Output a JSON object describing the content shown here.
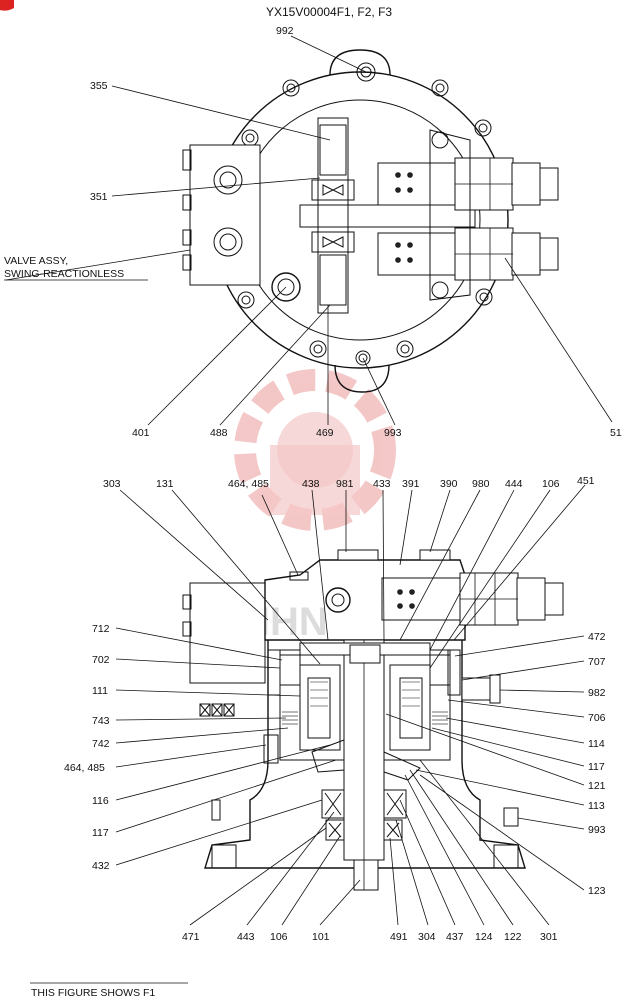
{
  "title": "YX15V00004F1, F2, F3",
  "footer": "THIS FIGURE SHOWS  F1",
  "valve_label": [
    "VALVE ASSY,",
    "SWING-REACTIONLESS"
  ],
  "top_view_labels": {
    "l992": "992",
    "l355": "355",
    "l351": "351",
    "l401": "401",
    "l488": "488",
    "l469": "469",
    "l993": "993",
    "l51": "51"
  },
  "section_top_labels": {
    "l303": "303",
    "l131": "131",
    "l464a": "464, 485",
    "l438": "438",
    "l981": "981",
    "l433": "433",
    "l391": "391",
    "l390": "390",
    "l980": "980",
    "l444": "444",
    "l106a": "106",
    "l451": "451"
  },
  "section_left_labels": {
    "l712": "712",
    "l702": "702",
    "l111": "111",
    "l743": "743",
    "l742": "742",
    "l464b": "464, 485",
    "l116": "116",
    "l117a": "117",
    "l432": "432"
  },
  "section_right_labels": {
    "l472": "472",
    "l707": "707",
    "l982": "982",
    "l706": "706",
    "l114": "114",
    "l117b": "117",
    "l121": "121",
    "l113": "113",
    "l993b": "993",
    "l123": "123"
  },
  "section_bottom_labels": {
    "l471": "471",
    "l443": "443",
    "l106b": "106",
    "l101": "101",
    "l491": "491",
    "l304": "304",
    "l437": "437",
    "l124": "124",
    "l122": "122",
    "l301": "301"
  },
  "colors": {
    "watermark": "#f3c2c2",
    "ink": "#111111"
  }
}
